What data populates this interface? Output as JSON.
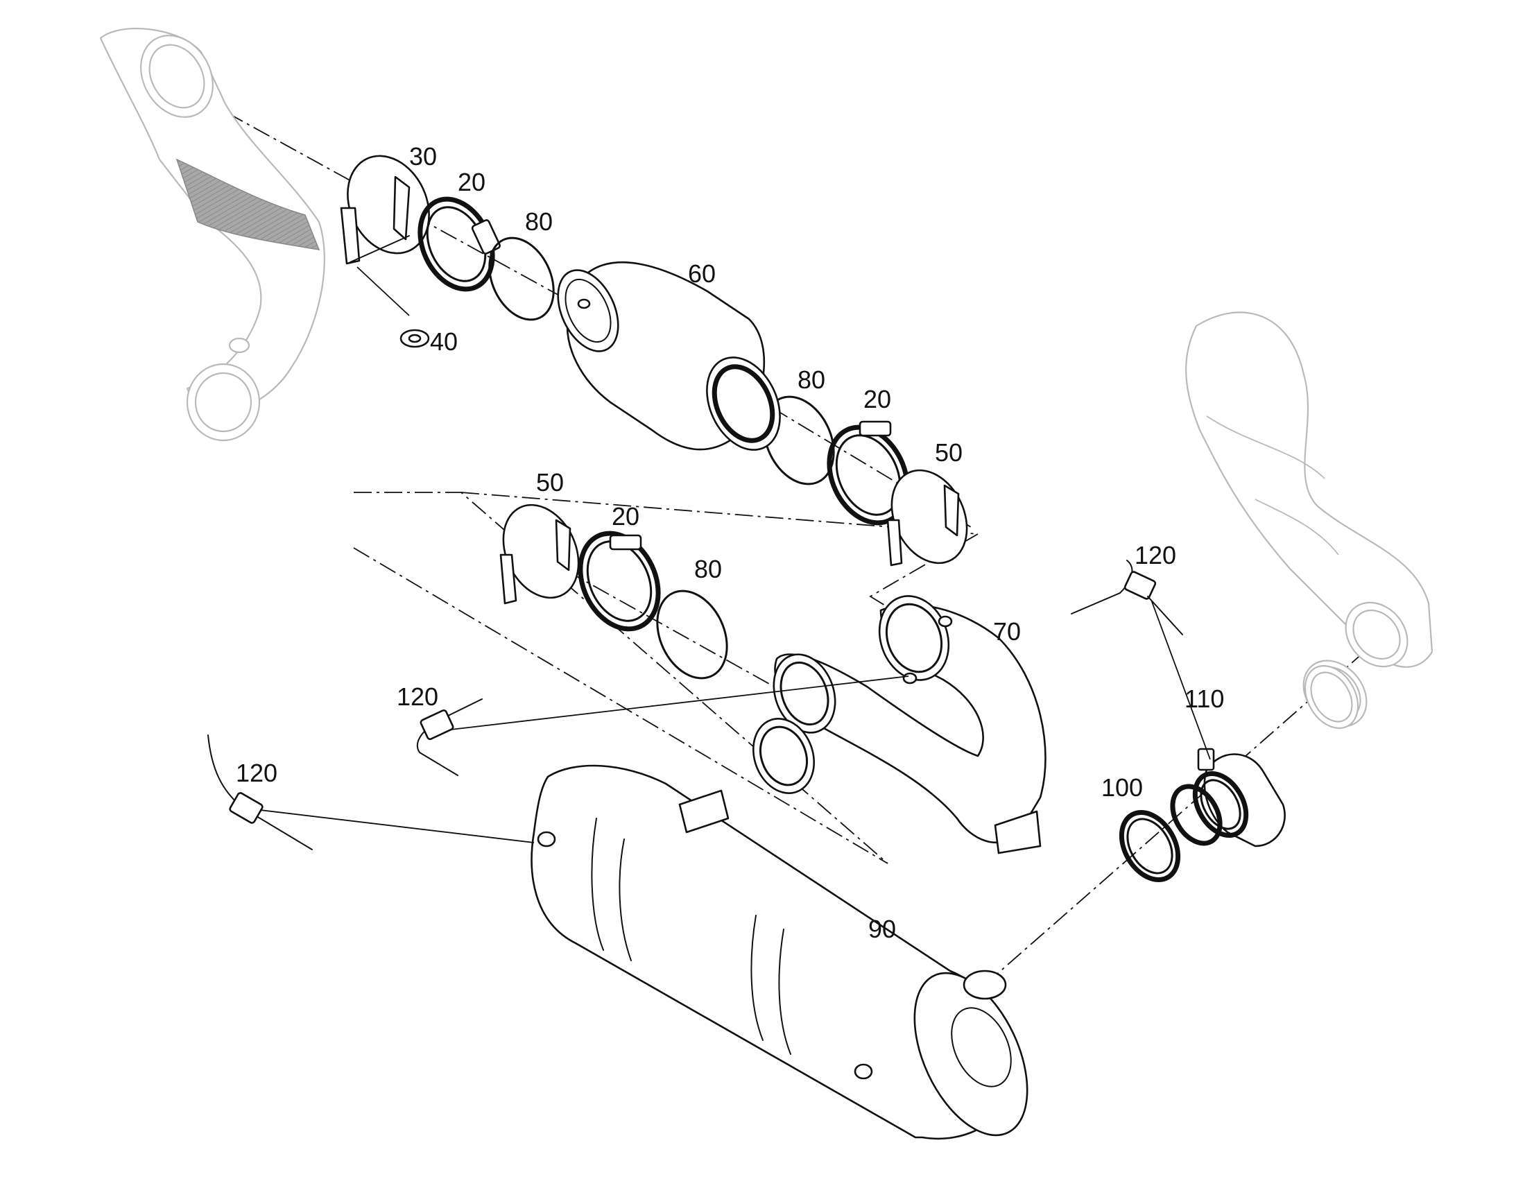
{
  "labels": {
    "p20a": "20",
    "p20b": "20",
    "p20c": "20",
    "p30": "30",
    "p40": "40",
    "p50a": "50",
    "p50b": "50",
    "p60": "60",
    "p70": "70",
    "p80a": "80",
    "p80b": "80",
    "p80c": "80",
    "p90": "90",
    "p100": "100",
    "p110": "110",
    "p120a": "120",
    "p120b": "120",
    "p120c": "120"
  },
  "colors": {
    "line": "#111111",
    "ghost": "#b9b9b9",
    "flex_hose": "#a8a8a8",
    "background": "#ffffff"
  }
}
